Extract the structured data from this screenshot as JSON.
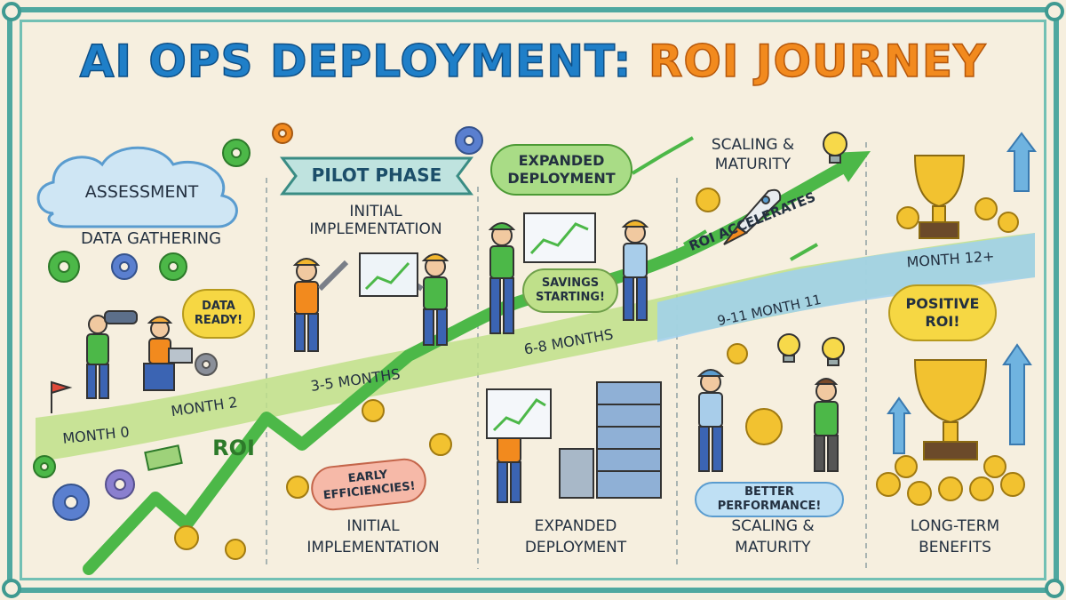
{
  "title": {
    "part1": "AI OPS DEPLOYMENT:",
    "part2": "ROI JOURNEY"
  },
  "stages": {
    "assessment": "ASSESSMENT",
    "data_gathering": "DATA GATHERING",
    "data_ready": "DATA READY!",
    "pilot_banner": "PILOT PHASE",
    "initial_impl_top": "INITIAL IMPLEMENTATION",
    "expanded_top": "EXPANDED DEPLOYMENT",
    "savings": "SAVINGS STARTING!",
    "scaling_top": "SCALING & MATURITY",
    "roi_accelerates": "ROI ACCELERATES",
    "positive_roi": "POSITIVE ROI!",
    "early_efficiencies": "EARLY EFFICIENCIES!",
    "better_performance": "BETTER PERFORMANCE!",
    "roi_label": "ROI"
  },
  "timeline": {
    "month0": "MONTH 0",
    "month2": "MONTH 2",
    "months3_5": "3-5 MONTHS",
    "months6_8": "6-8 MONTHS",
    "month9_11": "9-11 MONTH 11",
    "month12": "MONTH 12+"
  },
  "bottom_labels": {
    "initial": "INITIAL IMPLEMENTATION",
    "expanded": "EXPANDED DEPLOYMENT",
    "scaling": "SCALING & MATURITY",
    "long_term": "LONG-TERM BENEFITS"
  },
  "colors": {
    "title_blue": "#1f7fc8",
    "title_orange": "#f28a1e",
    "arrow_green": "#4cb848",
    "band_green": "#bfe08a",
    "band_blue": "#9fd0ee",
    "gold": "#f2c230"
  }
}
